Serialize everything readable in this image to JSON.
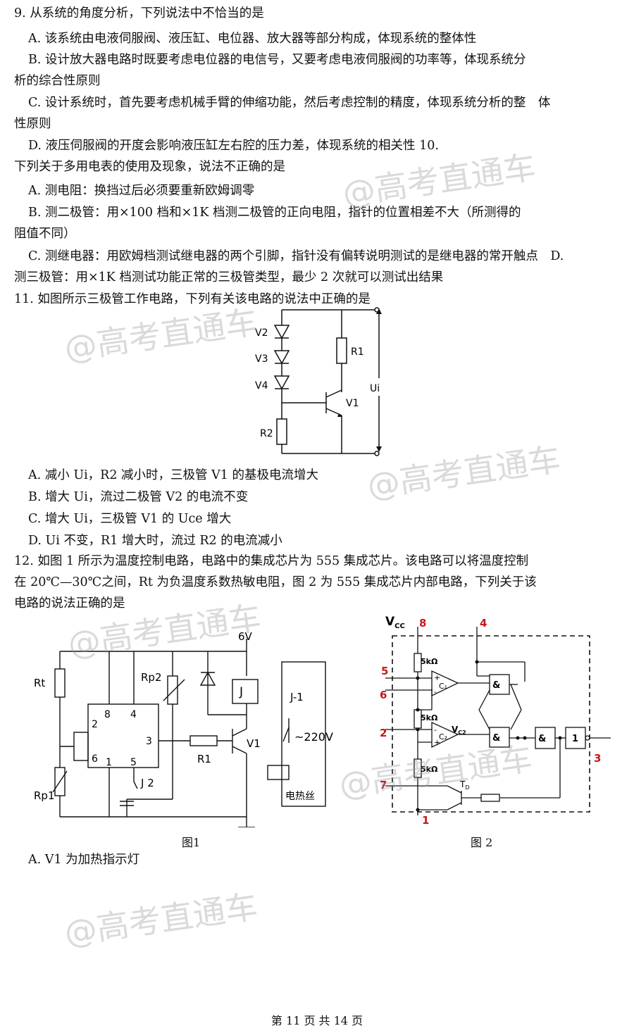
{
  "q9": {
    "stem": "9. 从系统的角度分析，下列说法中不恰当的是",
    "a": "A. 该系统由电液伺服阀、液压缸、电位器、放大器等部分构成，体现系统的整体性",
    "b1": "B. 设计放大器电路时既要考虑电位器的电信号，又要考虑电液伺服阀的功率等，体现系统分",
    "b2": "析的综合性原则",
    "c1": "C. 设计系统时，首先要考虑机械手臂的伸缩功能，然后考虑控制的精度，体现系统分析的整　体",
    "c2": "性原则",
    "d": "D. 液压伺服阀的开度会影响液压缸左右腔的压力差，体现系统的相关性 10."
  },
  "q10": {
    "stem": "下列关于多用电表的使用及现象，说法不正确的是",
    "a": "A. 测电阻：换挡过后必须要重新欧姆调零",
    "b1": "B. 测二极管：用×100 档和×1K 档测二极管的正向电阻，指针的位置相差不大（所测得的",
    "b2": "阻值不同）",
    "c": "C. 测继电器：用欧姆档测试继电器的两个引脚，指针没有偏转说明测试的是继电器的常开触点　D.",
    "d": "测三极管：用×1K 档测试功能正常的三极管类型，最少 2 次就可以测试出结果"
  },
  "q11": {
    "stem": "11. 如图所示三极管工作电路，下列有关该电路的说法中正确的是",
    "labels": {
      "v2": "V2",
      "v3": "V3",
      "v4": "V4",
      "r1": "R1",
      "r2": "R2",
      "v1": "V1",
      "ui": "Ui"
    },
    "a": "A. 减小 Ui，R2 减小时，三极管 V1 的基极电流增大",
    "b": "B. 增大 Ui，流过二极管 V2 的电流不变",
    "c": "C. 增大 Ui，三极管 V1 的 Uce 增大",
    "d": "D. Ui 不变，R1 增大时，流过 R2 的电流减小"
  },
  "q12": {
    "stem1": "12. 如图 1 所示为温度控制电路，电路中的集成芯片为 555 集成芯片。该电路可以将温度控制",
    "stem2": "在 20℃—30℃之间，Rt 为负温度系数热敏电阻，图 2 为 555 集成芯片内部电路，下列关于该",
    "stem3": "电路的说法正确的是",
    "fig1": {
      "caption": "图1",
      "v6": "6V",
      "rt": "Rt",
      "rp2": "Rp2",
      "rp1": "Rp1",
      "j": "J",
      "j1": "J-1",
      "j2": "J 2",
      "ac": "~220V",
      "r1": "R1",
      "v1": "V1",
      "heater": "电热丝",
      "p2": "2",
      "p8": "8",
      "p4": "4",
      "p3": "3",
      "p6": "6",
      "p1": "1",
      "p5": "5"
    },
    "fig2": {
      "caption": "图 2",
      "vcc": "V",
      "vcc_sub": "CC",
      "pin8": "8",
      "pin4": "4",
      "pin5": "5",
      "pin6": "6",
      "pin2": "2",
      "pin7": "7",
      "pin1": "1",
      "pin3": "3",
      "r5k": "5kΩ",
      "c1": "C₁",
      "c2": "C₂",
      "vc2": "V",
      "vc2_sub": "C2",
      "and": "&",
      "not": "1",
      "td": "T",
      "td_sub": "D",
      "plus": "+",
      "minus": "-"
    },
    "a": "A. V1 为加热指示灯"
  },
  "watermark": "@高考直通车",
  "footer": "第 11 页 共 14 页"
}
